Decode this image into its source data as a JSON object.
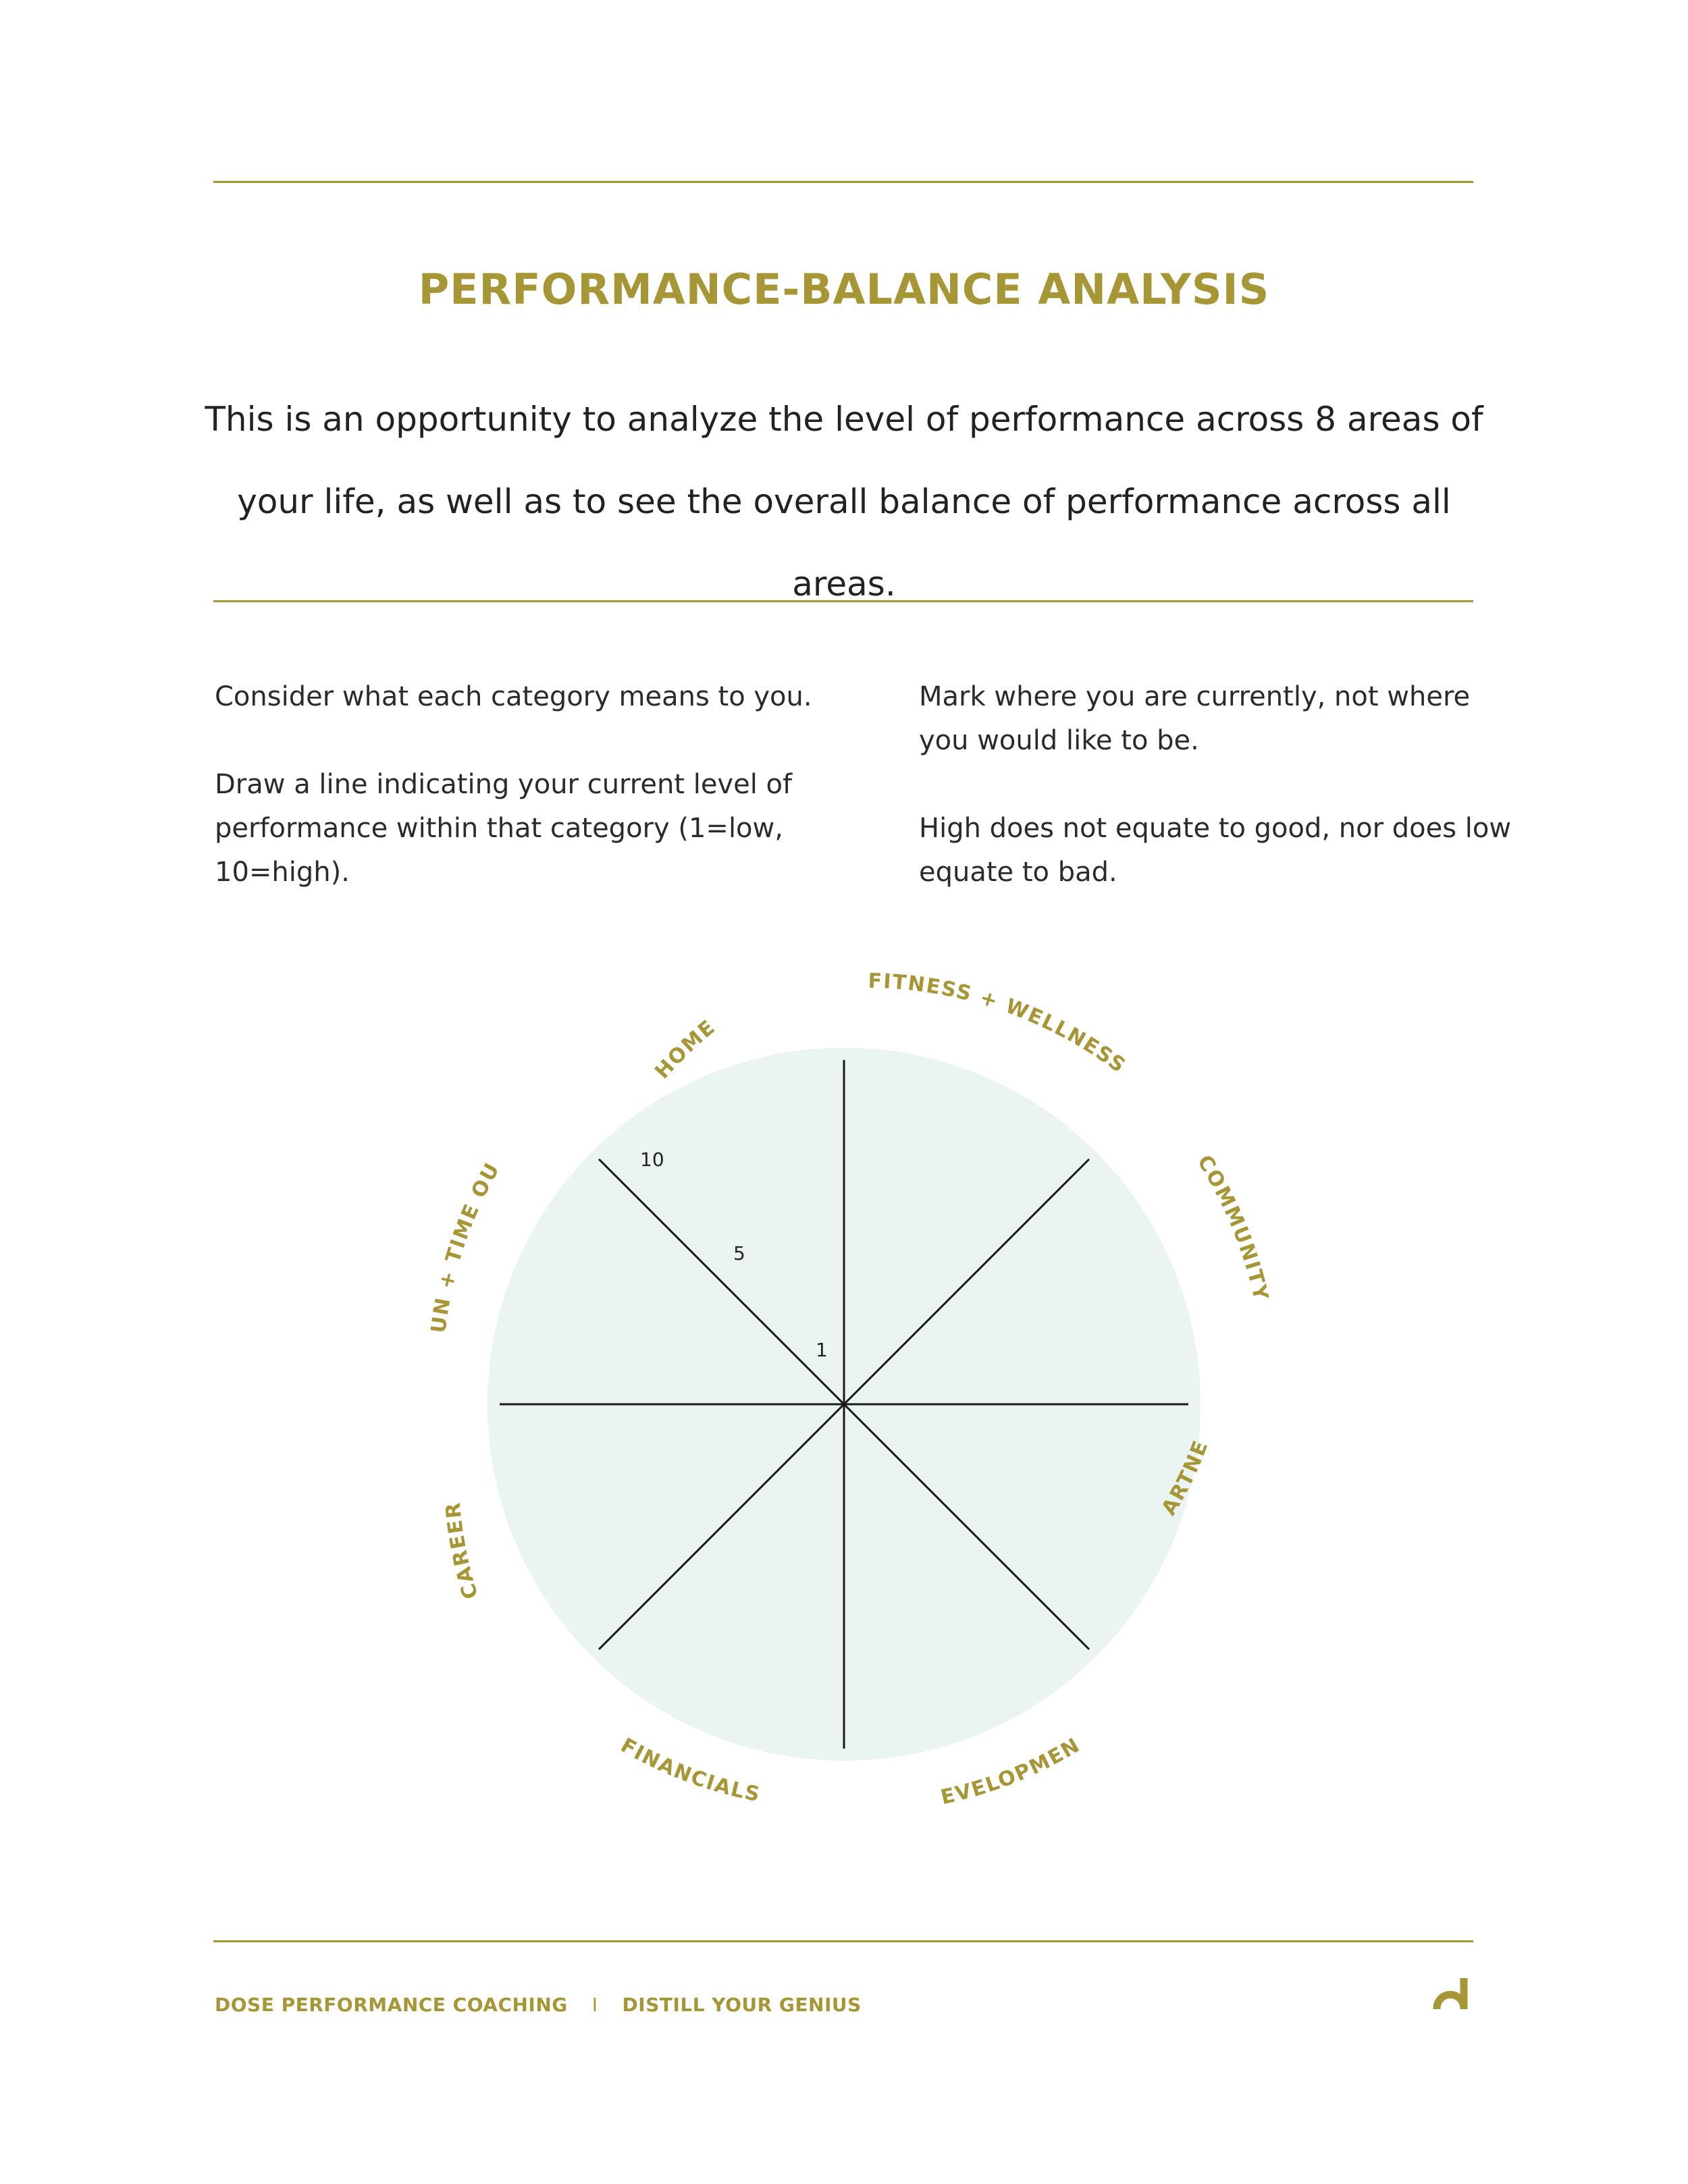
{
  "header": {
    "title": "PERFORMANCE-BALANCE ANALYSIS",
    "intro_line1": "This is an opportunity to analyze the level of performance across 8 areas of",
    "intro_line2": "your life, as well as to see the overall balance of performance across all areas."
  },
  "instructions": {
    "left": [
      "Consider what each category means to you.",
      "Draw a line indicating your current level of performance within   that category (1=low, 10=high)."
    ],
    "right": [
      "Mark where you are currently, not where you would like to be.",
      "High does not equate to good, nor does low equate to bad."
    ]
  },
  "wheel": {
    "categories": [
      "HOME",
      "FITNESS + WELLNESS",
      "COMMUNITY",
      "PARTNER",
      "DEVELOPMENT",
      "FINANCIALS",
      "CAREER",
      "FUN + TIME OUT"
    ],
    "scale_labels": [
      "10",
      "5",
      "1"
    ],
    "scale": {
      "min": 1,
      "max": 10
    },
    "fill_color": "#eaf4f0",
    "label_color": "#a69636"
  },
  "footer": {
    "brand": "DOSE PERFORMANCE COACHING",
    "separator": "I",
    "tagline": "DISTILL YOUR GENIUS",
    "logo_icon": "d-logo-icon"
  },
  "colors": {
    "accent": "#a69636",
    "text": "#222222"
  }
}
